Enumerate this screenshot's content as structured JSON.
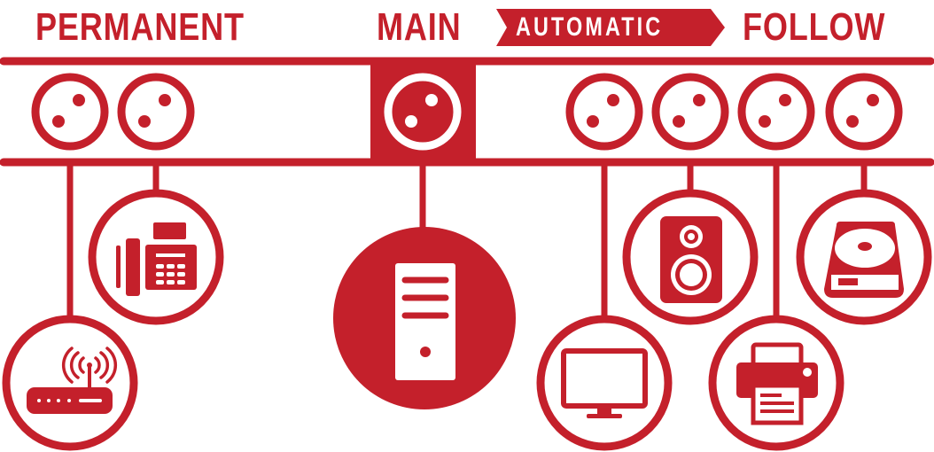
{
  "colors": {
    "brand_red": "#c4202b",
    "background": "#ffffff"
  },
  "labels": {
    "permanent": "PERMANENT",
    "main": "MAIN",
    "automatic": "AUTOMATIC",
    "follow": "FOLLOW"
  },
  "power_strip": {
    "sockets": [
      {
        "group": "permanent",
        "icon": "socket-icon"
      },
      {
        "group": "permanent",
        "icon": "socket-icon"
      },
      {
        "group": "main",
        "icon": "socket-icon",
        "highlighted": true
      },
      {
        "group": "follow",
        "icon": "socket-icon"
      },
      {
        "group": "follow",
        "icon": "socket-icon"
      },
      {
        "group": "follow",
        "icon": "socket-icon"
      },
      {
        "group": "follow",
        "icon": "socket-icon"
      }
    ]
  },
  "devices": [
    {
      "group": "permanent",
      "icon": "wifi-router-icon"
    },
    {
      "group": "permanent",
      "icon": "fax-phone-icon"
    },
    {
      "group": "main",
      "icon": "desktop-computer-icon"
    },
    {
      "group": "follow",
      "icon": "monitor-icon"
    },
    {
      "group": "follow",
      "icon": "speaker-icon"
    },
    {
      "group": "follow",
      "icon": "printer-icon"
    },
    {
      "group": "follow",
      "icon": "hard-drive-icon"
    }
  ]
}
